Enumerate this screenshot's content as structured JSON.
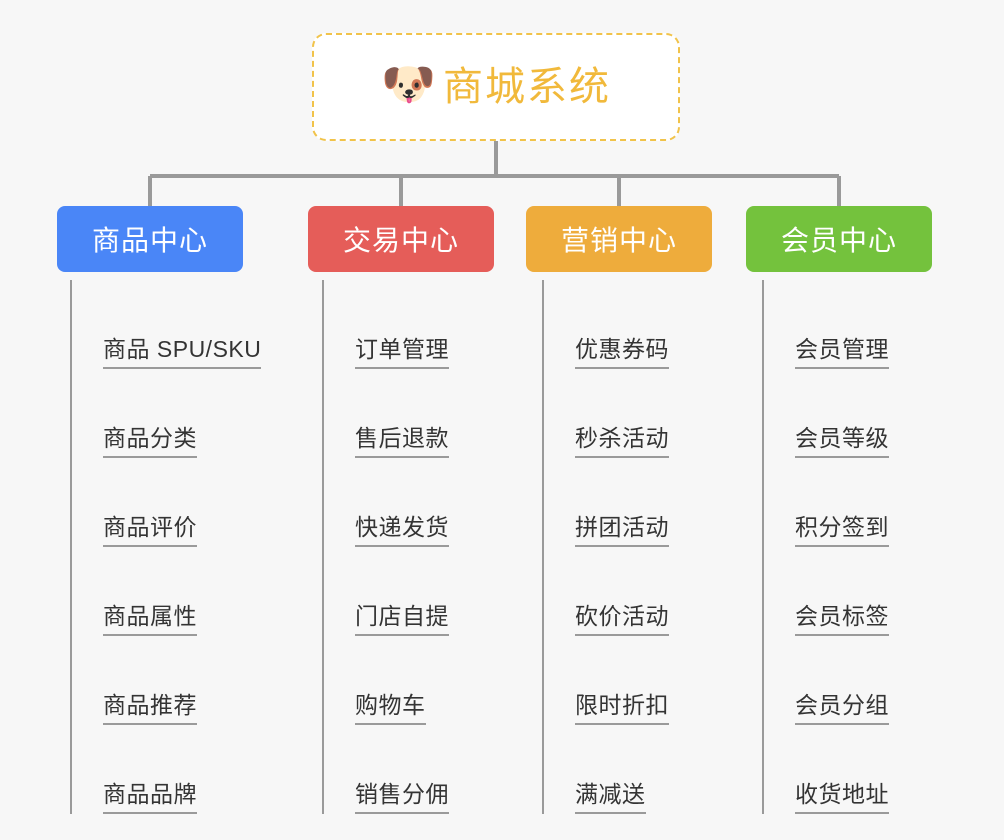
{
  "page": {
    "background_color": "#f7f7f7",
    "line_color": "#9a9a9a",
    "text_color": "#343434"
  },
  "root": {
    "icon": "dog-face-icon",
    "icon_glyph": "🐶",
    "title": "商城系统",
    "title_color": "#f1b93b",
    "border_color": "#f1c34a",
    "background": "#ffffff"
  },
  "branches": [
    {
      "label": "商品中心",
      "color": "#4a86f7",
      "items": [
        "商品 SPU/SKU",
        "商品分类",
        "商品评价",
        "商品属性",
        "商品推荐",
        "商品品牌"
      ]
    },
    {
      "label": "交易中心",
      "color": "#e55d59",
      "items": [
        "订单管理",
        "售后退款",
        "快递发货",
        "门店自提",
        "购物车",
        "销售分佣"
      ]
    },
    {
      "label": "营销中心",
      "color": "#eeac3c",
      "items": [
        "优惠券码",
        "秒杀活动",
        "拼团活动",
        "砍价活动",
        "限时折扣",
        "满减送"
      ]
    },
    {
      "label": "会员中心",
      "color": "#74c23d",
      "items": [
        "会员管理",
        "会员等级",
        "积分签到",
        "会员标签",
        "会员分组",
        "收货地址"
      ]
    }
  ]
}
